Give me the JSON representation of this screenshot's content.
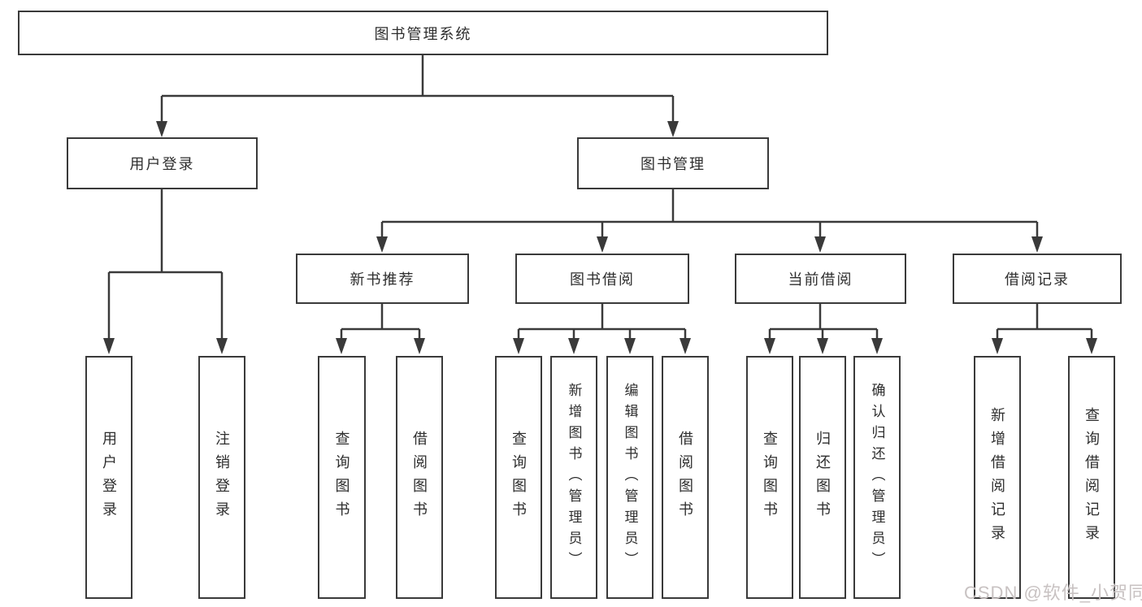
{
  "diagram": {
    "title": "图书管理系统",
    "branches": [
      {
        "label": "用户登录",
        "leaves": [
          "用户登录",
          "注销登录"
        ]
      },
      {
        "label": "图书管理",
        "children": [
          {
            "label": "新书推荐",
            "leaves": [
              "查询图书",
              "借阅图书"
            ]
          },
          {
            "label": "图书借阅",
            "leaves": [
              "查询图书",
              "新增图书（管理员）",
              "编辑图书（管理员）",
              "借阅图书"
            ]
          },
          {
            "label": "当前借阅",
            "leaves": [
              "查询图书",
              "归还图书",
              "确认归还（管理员）"
            ]
          },
          {
            "label": "借阅记录",
            "leaves": [
              "新增借阅记录",
              "查询借阅记录"
            ]
          }
        ]
      }
    ]
  },
  "watermark": "CSDN @软件_小贺同学",
  "colors": {
    "line": "#3a3a3a",
    "box_border": "#3a3a3a",
    "text": "#2e2e2e",
    "watermark": "#c8c2c2",
    "background": "#ffffff"
  }
}
